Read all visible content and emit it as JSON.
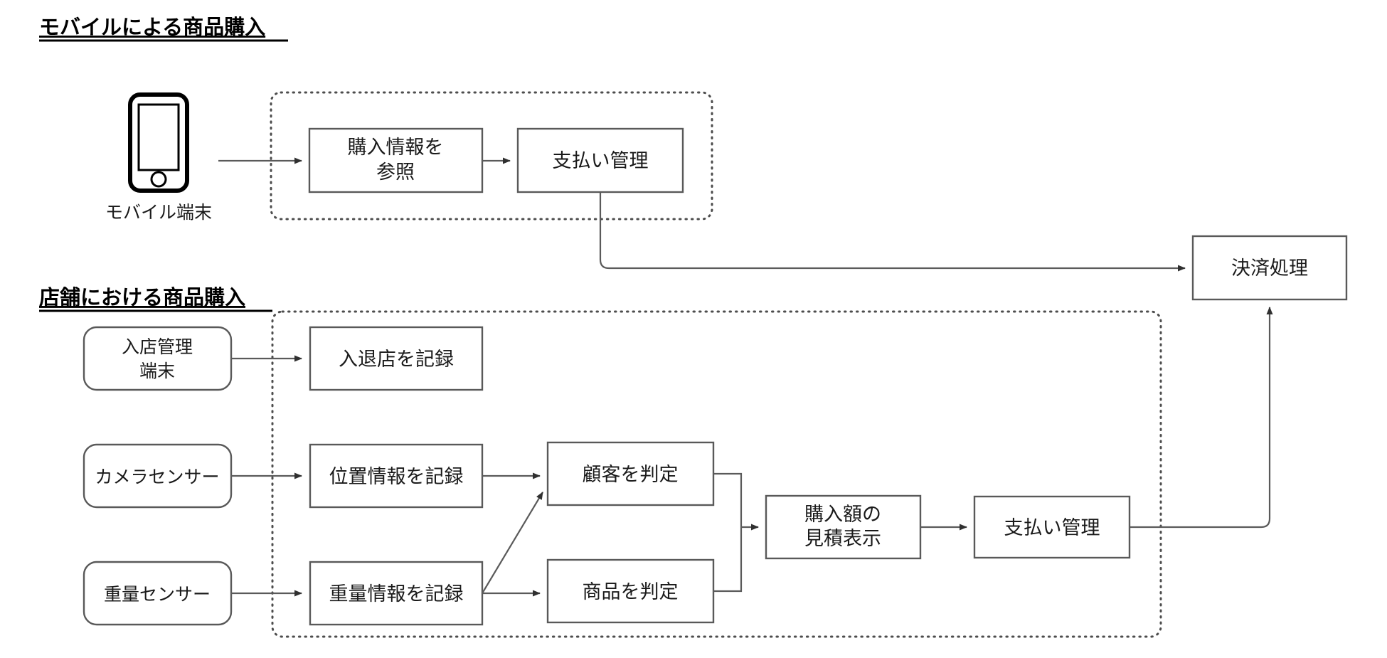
{
  "diagram": {
    "sections": [
      {
        "id": "mobile",
        "title": "モバイルによる商品購入"
      },
      {
        "id": "store",
        "title": "店舗における商品購入"
      }
    ],
    "actors": [
      {
        "id": "mobile-device",
        "label": "モバイル端末",
        "icon": "smartphone-icon"
      },
      {
        "id": "entry-terminal",
        "label_line1": "入店管理",
        "label_line2": "端末"
      },
      {
        "id": "camera-sensor",
        "label": "カメラセンサー"
      },
      {
        "id": "weight-sensor",
        "label": "重量センサー"
      }
    ],
    "processes": [
      {
        "id": "ref-purchase-info",
        "label_line1": "購入情報を",
        "label_line2": "参照"
      },
      {
        "id": "payment-mgmt-mobile",
        "label": "支払い管理"
      },
      {
        "id": "payment-processing",
        "label": "決済処理"
      },
      {
        "id": "record-entry-exit",
        "label": "入退店を記録"
      },
      {
        "id": "record-position-info",
        "label": "位置情報を記録"
      },
      {
        "id": "record-weight-info",
        "label": "重量情報を記録"
      },
      {
        "id": "determine-customer",
        "label": "顧客を判定"
      },
      {
        "id": "determine-product",
        "label": "商品を判定"
      },
      {
        "id": "show-estimate",
        "label_line1": "購入額の",
        "label_line2": "見積表示"
      },
      {
        "id": "payment-mgmt-store",
        "label": "支払い管理"
      }
    ],
    "colors": {
      "box_stroke": "#595959",
      "group_stroke": "#4d4d4d",
      "line": "#5a5a5a",
      "text": "#1a1a1a",
      "title": "#000000",
      "background": "#ffffff"
    }
  }
}
